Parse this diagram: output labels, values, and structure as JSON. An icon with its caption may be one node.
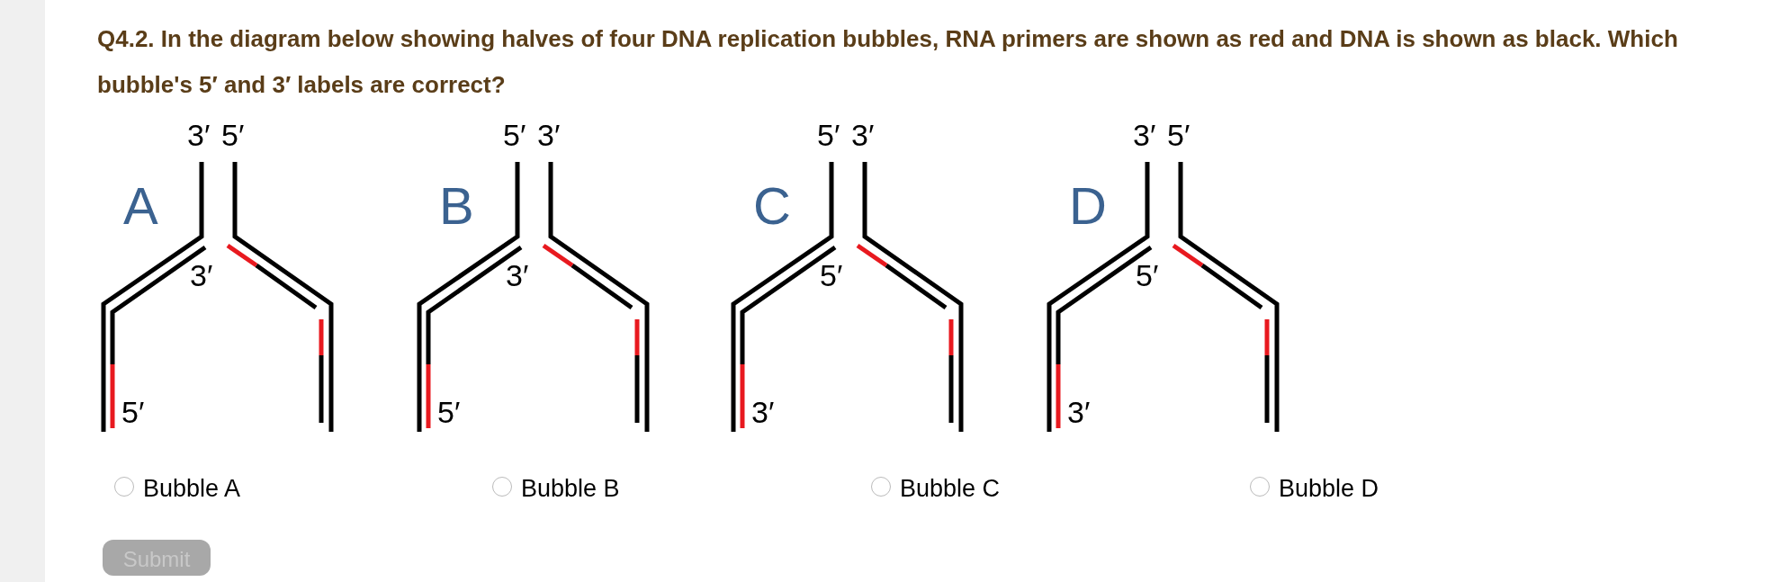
{
  "diagram": {
    "title": "Q4.2. In the diagram below showing halves of four DNA replication bubbles, RNA primers are shown as red and DNA is shown as black. Which bubble's 5′ and 3′ labels are correct?",
    "labels": [
      "A",
      "3′",
      "5′",
      "3′",
      "5′",
      "B",
      "5′",
      "3′",
      "3′",
      "5′",
      "C",
      "5′",
      "3′",
      "5′",
      "3′",
      "D",
      "3′",
      "5′",
      "5′",
      "3′",
      "Bubble A",
      "Bubble B",
      "Bubble C",
      "Bubble D",
      "Submit"
    ]
  }
}
